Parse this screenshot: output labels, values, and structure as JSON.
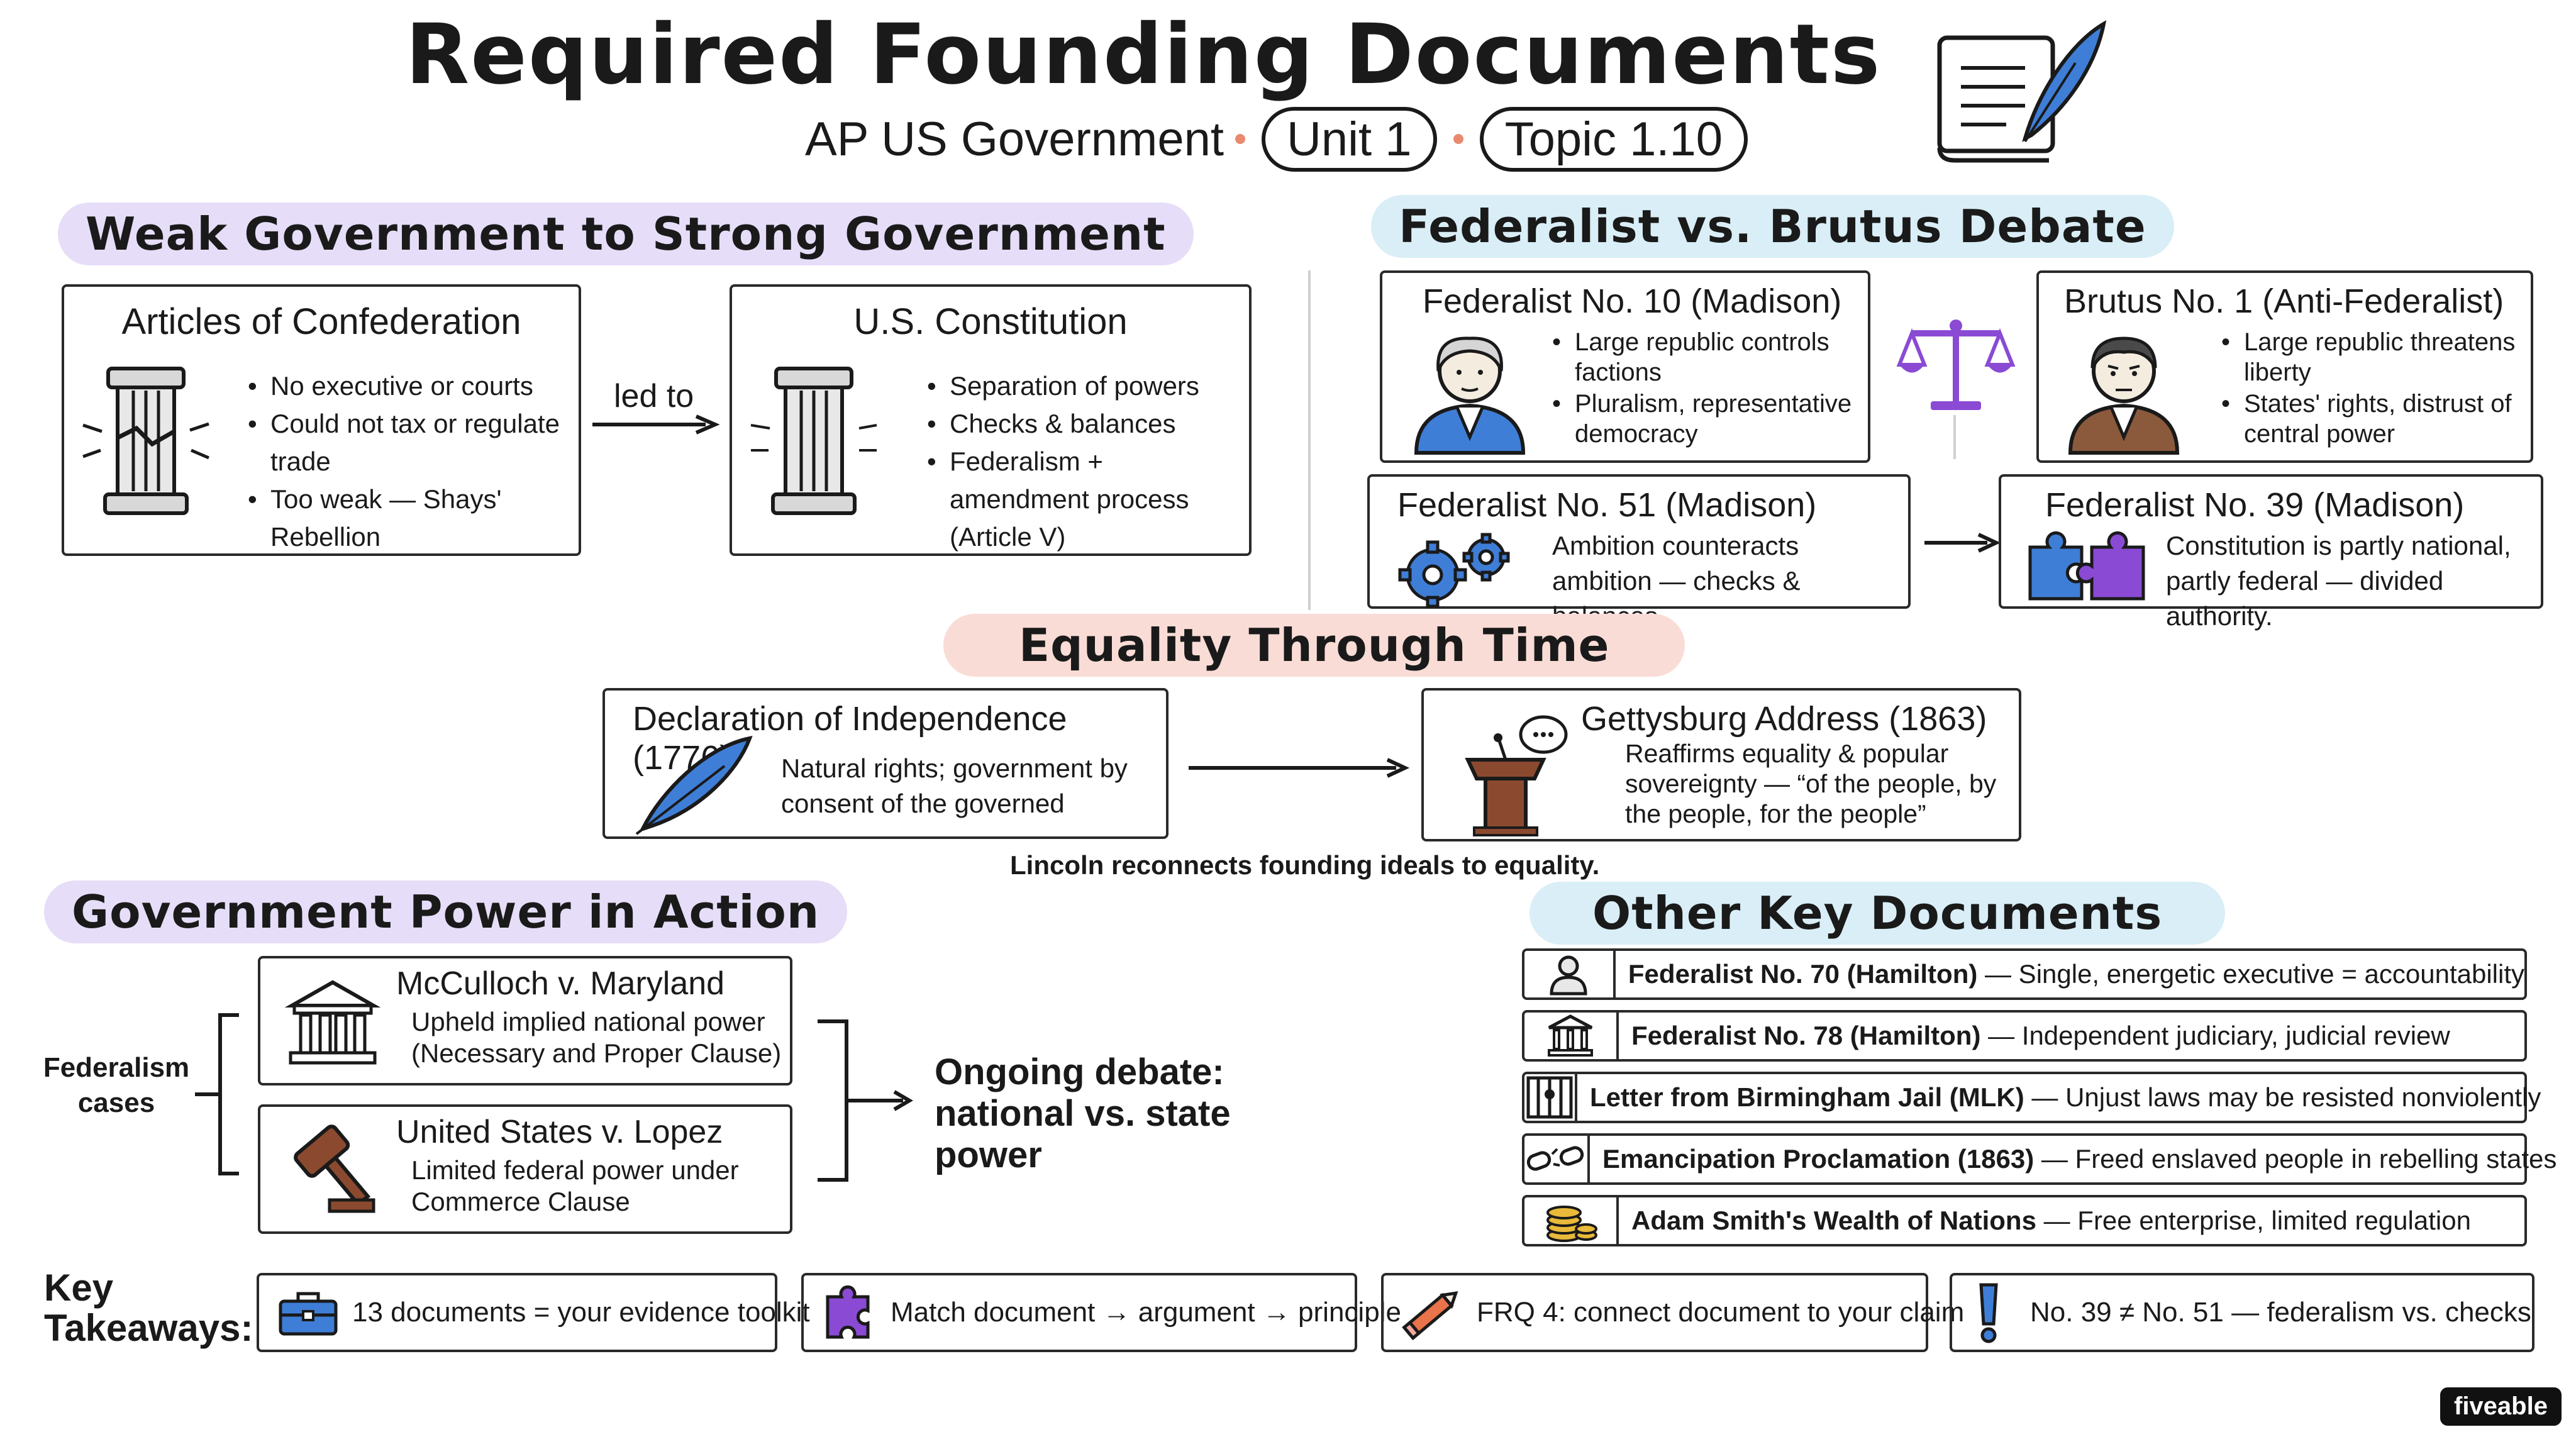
{
  "title": "Required Founding Documents",
  "subtitle": {
    "course": "AP US Government",
    "unit": "Unit 1",
    "topic": "Topic 1.10"
  },
  "colors": {
    "purple_band": "#e6ddf8",
    "blue_band": "#d9eef6",
    "pink_band": "#fadcd6",
    "accent_blue": "#3f7ed6",
    "accent_purple": "#8a4ad4",
    "brown": "#8b4a2f"
  },
  "weak_to_strong": {
    "heading": "Weak Government to Strong Government",
    "articles": {
      "title": "Articles of Confederation",
      "bullets": [
        "No executive or courts",
        "Could not tax or regulate trade",
        "Too weak — Shays' Rebellion"
      ]
    },
    "arrow_label": "led to",
    "constitution": {
      "title": "U.S. Constitution",
      "bullets": [
        "Separation of powers",
        "Checks & balances",
        "Federalism + amendment process (Article V)"
      ]
    }
  },
  "debate": {
    "heading": "Federalist vs. Brutus Debate",
    "fed10": {
      "title": "Federalist No. 10 (Madison)",
      "bullets": [
        "Large republic controls factions",
        "Pluralism, representative democracy"
      ]
    },
    "brutus1": {
      "title": "Brutus No. 1 (Anti-Federalist)",
      "bullets": [
        "Large republic threatens liberty",
        "States' rights, distrust of central power"
      ]
    },
    "fed51": {
      "title": "Federalist No. 51 (Madison)",
      "text": "Ambition counteracts ambition — checks & balances"
    },
    "fed39": {
      "title": "Federalist No. 39 (Madison)",
      "text": "Constitution is partly national, partly federal — divided authority."
    }
  },
  "equality": {
    "heading": "Equality Through Time",
    "declaration": {
      "title": "Declaration of Independence (1776)",
      "text": "Natural rights; government by consent of the governed"
    },
    "gettysburg": {
      "title": "Gettysburg Address (1863)",
      "text": "Reaffirms equality & popular sovereignty — “of the people, by the people, for the people”"
    },
    "caption": "Lincoln reconnects founding ideals to equality."
  },
  "power": {
    "heading": "Government Power in Action",
    "bracket_label": "Federalism cases",
    "mcculloch": {
      "title": "McCulloch v. Maryland",
      "text": "Upheld implied national power (Necessary and Proper Clause)"
    },
    "lopez": {
      "title": "United States v. Lopez",
      "text": "Limited federal power under Commerce Clause"
    },
    "debate_label": "Ongoing debate: national vs. state power"
  },
  "other": {
    "heading": "Other Key Documents",
    "items": [
      {
        "icon": "executive-icon",
        "name": "Federalist No. 70 (Hamilton)",
        "desc": " — Single, energetic executive = accountability"
      },
      {
        "icon": "courthouse-icon",
        "name": "Federalist No. 78 (Hamilton)",
        "desc": " — Independent judiciary, judicial review"
      },
      {
        "icon": "jail-bars-icon",
        "name": "Letter from Birmingham Jail (MLK)",
        "desc": " — Unjust laws may be resisted nonviolently"
      },
      {
        "icon": "broken-chain-icon",
        "name": "Emancipation Proclamation (1863)",
        "desc": " — Freed enslaved people in rebelling states"
      },
      {
        "icon": "coins-icon",
        "name": "Adam Smith's Wealth of Nations",
        "desc": " — Free enterprise, limited regulation"
      }
    ]
  },
  "takeaways": {
    "label": "Key Takeaways:",
    "items": [
      {
        "icon": "toolbox-icon",
        "text": "13 documents = your evidence toolkit"
      },
      {
        "icon": "puzzle-icon",
        "text": "Match document → argument → principle"
      },
      {
        "icon": "pencil-icon",
        "text": "FRQ 4: connect document to your claim"
      },
      {
        "icon": "exclamation-icon",
        "text": "No. 39 ≠ No. 51 — federalism vs. checks"
      }
    ]
  },
  "brand": "fiveable"
}
